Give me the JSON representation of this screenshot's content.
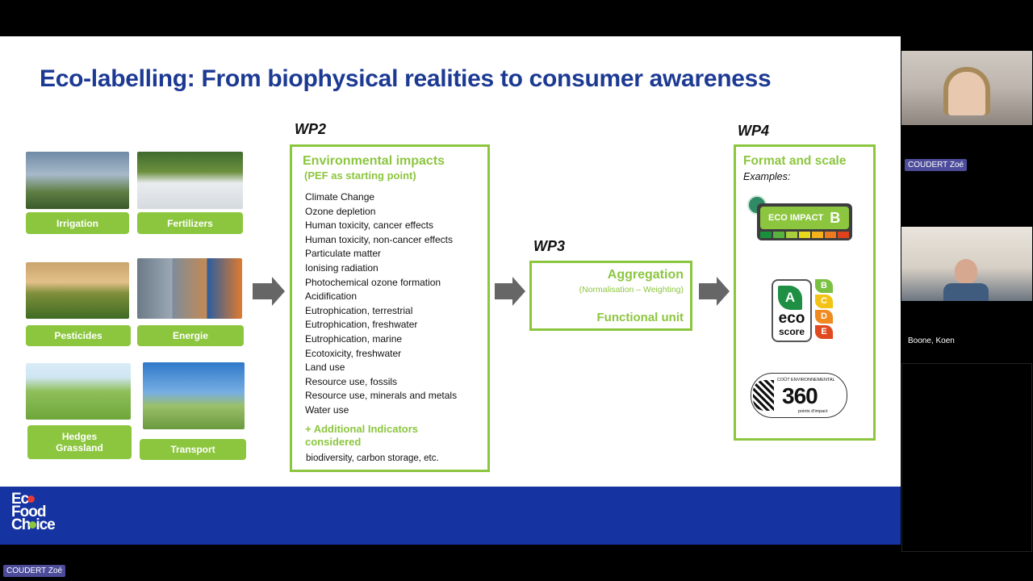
{
  "slide": {
    "title": "Eco-labelling: From biophysical realities to consumer awareness",
    "sources": [
      {
        "label": "Irrigation"
      },
      {
        "label": "Fertilizers"
      },
      {
        "label": "Pesticides"
      },
      {
        "label": "Energie"
      },
      {
        "label": "Hedges\nGrassland"
      },
      {
        "label": "Transport"
      }
    ],
    "wp2": {
      "heading": "WP2",
      "title": "Environmental impacts",
      "subtitle": "(PEF as starting point)",
      "impacts": [
        "Climate Change",
        "Ozone depletion",
        "Human toxicity, cancer effects",
        "Human toxicity, non-cancer effects",
        "Particulate matter",
        "Ionising radiation",
        "Photochemical ozone formation",
        "Acidification",
        "Eutrophication, terrestrial",
        "Eutrophication, freshwater",
        "Eutrophication, marine",
        "Ecotoxicity, freshwater",
        "Land use",
        "Resource use, fossils",
        "Resource use, minerals and metals",
        "Water use"
      ],
      "additional_title": "+ Additional Indicators considered",
      "additional_text": "biodiversity, carbon storage, etc."
    },
    "wp3": {
      "heading": "WP3",
      "title": "Aggregation",
      "subtitle": "(Normalisation – Weighting)",
      "functional_unit": "Functional unit"
    },
    "wp4": {
      "heading": "WP4",
      "title": "Format and scale",
      "examples_label": "Examples:",
      "eco_impact": {
        "text": "ECO IMPACT",
        "grade": "B"
      },
      "ecoscore": {
        "grade": "A",
        "word1": "eco",
        "word2": "score",
        "grades": [
          "B",
          "C",
          "D",
          "E"
        ]
      },
      "cout": {
        "header": "COÛT ENVIRONNEMENTAL",
        "value": "360",
        "unit": "points d'impact"
      }
    },
    "logo": {
      "line1": "Ec",
      "line2": "Food",
      "line3a": "Ch",
      "line3b": "ice"
    }
  },
  "participants": [
    {
      "name": "COUDERT Zoé"
    },
    {
      "name": "Boone, Koen"
    }
  ],
  "bottom_bar": {
    "name": "COUDERT Zoé"
  },
  "colors": {
    "accent_green": "#8cc63f",
    "title_blue": "#1c3a93",
    "band_blue": "#1533a1"
  }
}
